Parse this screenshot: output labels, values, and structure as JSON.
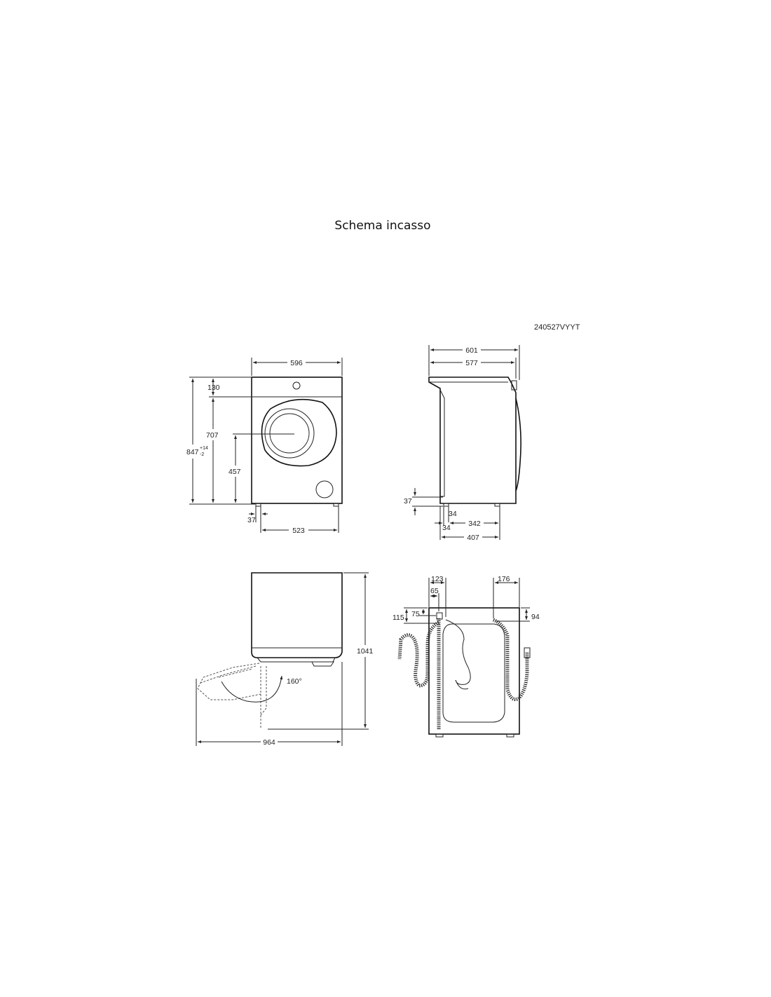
{
  "page": {
    "title": "Schema incasso",
    "drawing_code": "240527VYYT"
  },
  "front_view": {
    "width": "596",
    "top_panel": "130",
    "body_height": "707",
    "total_height": "847",
    "tolerance_plus": "+14",
    "tolerance_minus": "-2",
    "door_center_height": "457",
    "foot_inset": "37",
    "foot_span": "523"
  },
  "side_view": {
    "depth_total": "601",
    "depth_body": "577",
    "foot_height": "37",
    "foot_offset_a": "34",
    "foot_offset_b": "34",
    "foot_span": "342",
    "foot_depth": "407"
  },
  "top_view": {
    "door_opening_depth": "964",
    "total_depth": "1041",
    "door_angle": "160°"
  },
  "back_view": {
    "inlet_left": "123",
    "inlet_offset": "65",
    "drain_right": "176",
    "inlet_height_a": "115",
    "inlet_height_b": "75",
    "drain_height": "94"
  }
}
